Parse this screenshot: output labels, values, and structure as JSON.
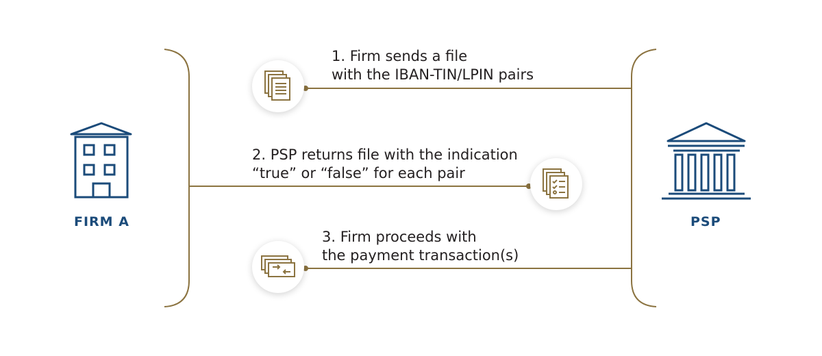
{
  "parties": {
    "left": {
      "label": "FIRM A",
      "icon": "office-building-icon"
    },
    "right": {
      "label": "PSP",
      "icon": "bank-building-icon"
    }
  },
  "steps": [
    {
      "line1": "1. Firm sends a file",
      "line2": "with the IBAN-TIN/LPIN pairs",
      "icon": "documents-icon"
    },
    {
      "line1": "2. PSP returns file with the indication",
      "line2": "“true” or “false” for each pair",
      "icon": "checklist-documents-icon"
    },
    {
      "line1": "3. Firm proceeds with",
      "line2": "the payment transaction(s)",
      "icon": "payment-transfer-icon"
    }
  ],
  "colors": {
    "accent": "#8b7340",
    "brand": "#1b4b7a",
    "text": "#231f20"
  }
}
